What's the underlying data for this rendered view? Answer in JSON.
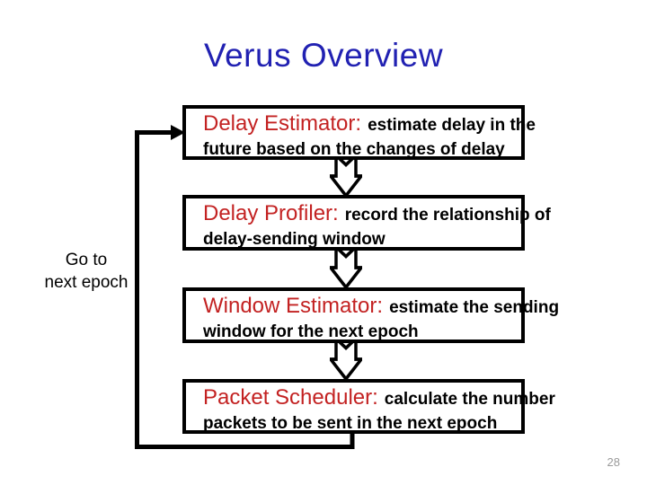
{
  "slide": {
    "title": "Verus Overview",
    "page_number": "28",
    "loop_label": {
      "line1": "Go to",
      "line2": "next epoch"
    },
    "boxes": [
      {
        "heading": "Delay Estimator:",
        "desc_line1": "estimate delay in the",
        "desc_line2": "future based on the changes of delay"
      },
      {
        "heading": "Delay Profiler:",
        "desc_line1": "record the relationship of",
        "desc_line2": "delay-sending window"
      },
      {
        "heading": "Window Estimator:",
        "desc_line1": "estimate the sending",
        "desc_line2": "window for the next epoch"
      },
      {
        "heading": "Packet Scheduler:",
        "desc_line1": "calculate the number",
        "desc_line2": "packets to be sent in the next epoch"
      }
    ],
    "colors": {
      "title_blue": "#2121B2",
      "heading_red": "#C32222",
      "body_text": "#000000",
      "page_number_gray": "#9a9a9a",
      "line_black": "#000000",
      "background": "#ffffff"
    }
  }
}
